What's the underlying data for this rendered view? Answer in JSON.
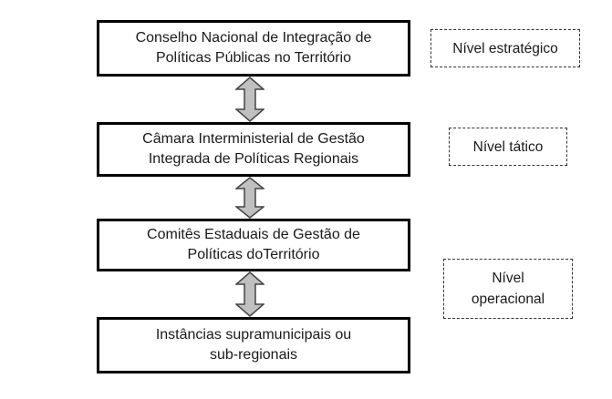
{
  "boxes": [
    {
      "line1": "Conselho Nacional de Integração de",
      "line2": "Políticas Públicas no Território"
    },
    {
      "line1": "Câmara Interministerial de Gestão",
      "line2": "Integrada de Políticas Regionais"
    },
    {
      "line1": "Comitês Estaduais de Gestão de",
      "line2": "Políticas doTerritório"
    },
    {
      "line1": "Instâncias supramunicipais ou",
      "line2": "sub-regionais"
    }
  ],
  "levels": [
    {
      "line1": "Nível estratégico"
    },
    {
      "line1": "Nível tático"
    },
    {
      "line1": "Nível",
      "line2": "operacional"
    }
  ],
  "colors": {
    "box_border": "#000000",
    "arrow_fill": "#c0c0c0",
    "arrow_stroke": "#444444"
  },
  "arrow_icon": "double-headed-vertical-arrow"
}
